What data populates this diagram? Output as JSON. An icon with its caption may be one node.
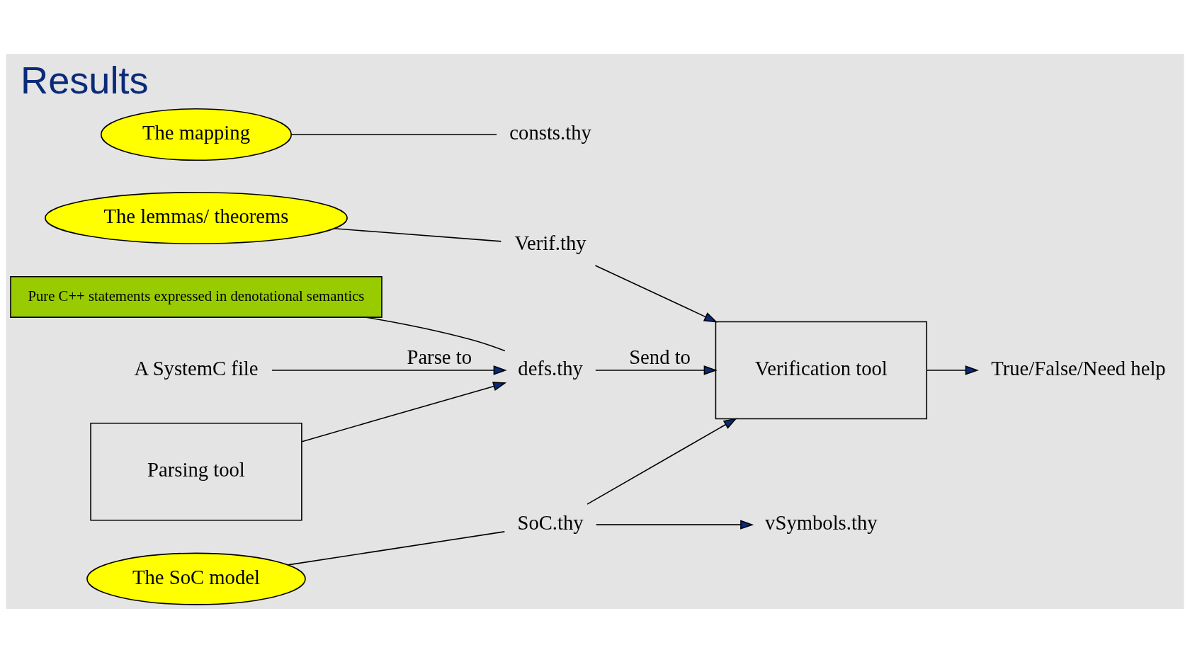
{
  "diagram": {
    "title": "Results",
    "nodes": [
      {
        "text": [
          "A SystemC file"
        ]
      },
      {
        "text": [
          "Parsing tool"
        ]
      },
      {
        "text": [
          "Pure C++ statements expressed in denotational semantics"
        ]
      },
      {
        "text": [
          "consts.thy"
        ]
      },
      {
        "text": [
          "defs.thy"
        ]
      },
      {
        "text": [
          "vSymbols.thy"
        ]
      },
      {
        "text": [
          "The mapping"
        ]
      },
      {
        "text": [
          "SoC.thy"
        ]
      },
      {
        "text": [
          "The SoC model"
        ]
      },
      {
        "text": [
          "Verif.thy"
        ]
      },
      {
        "text": [
          "The lemmas/ theorems"
        ]
      },
      {
        "text": [
          "Verification tool"
        ]
      },
      {
        "text": [
          "True/False/Need help"
        ]
      }
    ],
    "edges": [
      {
        "from": 0,
        "to": 4,
        "arrow": "to",
        "label": "Parse to"
      },
      {
        "from": 1,
        "to": 4,
        "arrow": "to"
      },
      {
        "from": 2,
        "to": 4,
        "arrow": "none"
      },
      {
        "from": 6,
        "to": 3,
        "arrow": "none"
      },
      {
        "from": 8,
        "to": 7,
        "arrow": "none"
      },
      {
        "from": 10,
        "to": 9,
        "arrow": "none"
      },
      {
        "from": 7,
        "to": 5,
        "arrow": "to"
      },
      {
        "from": 4,
        "to": 11,
        "arrow": "to",
        "label": "Send to"
      },
      {
        "from": 7,
        "to": 11,
        "arrow": "to"
      },
      {
        "from": 9,
        "to": 11,
        "arrow": "to"
      },
      {
        "from": 11,
        "to": 12,
        "arrow": "to"
      }
    ]
  }
}
